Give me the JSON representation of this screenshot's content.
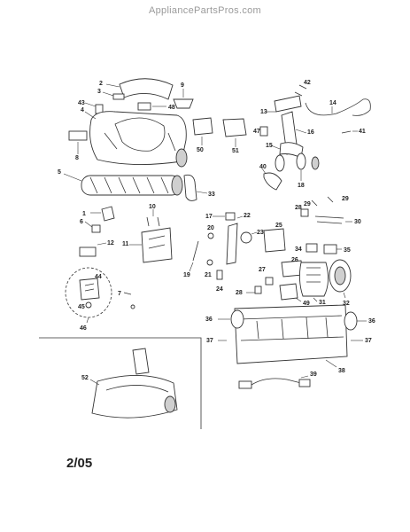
{
  "watermark": "AppliancePartsPros.com",
  "date_code": "2/05",
  "callouts": {
    "c1": "1",
    "c2": "2",
    "c3": "3",
    "c4": "4",
    "c5": "5",
    "c6": "6",
    "c7": "7",
    "c8": "8",
    "c9": "9",
    "c10": "10",
    "c11": "11",
    "c12": "12",
    "c13": "13",
    "c14": "14",
    "c15": "15",
    "c16": "16",
    "c17": "17",
    "c18": "18",
    "c19": "19",
    "c20": "20",
    "c21": "21",
    "c22": "22",
    "c23": "23",
    "c24": "24",
    "c25": "25",
    "c26": "26",
    "c27": "27",
    "c28": "28",
    "c29": "29",
    "c30": "30",
    "c31": "31",
    "c32": "32",
    "c33": "33",
    "c34": "34",
    "c35": "35",
    "c36": "36",
    "c37": "37",
    "c38": "38",
    "c39": "39",
    "c40": "40",
    "c41": "41",
    "c42": "42",
    "c43": "43",
    "c44": "44",
    "c45": "45",
    "c46": "46",
    "c47": "47",
    "c48": "48",
    "c49": "49",
    "c50": "50",
    "c51": "51",
    "c52": "52"
  }
}
